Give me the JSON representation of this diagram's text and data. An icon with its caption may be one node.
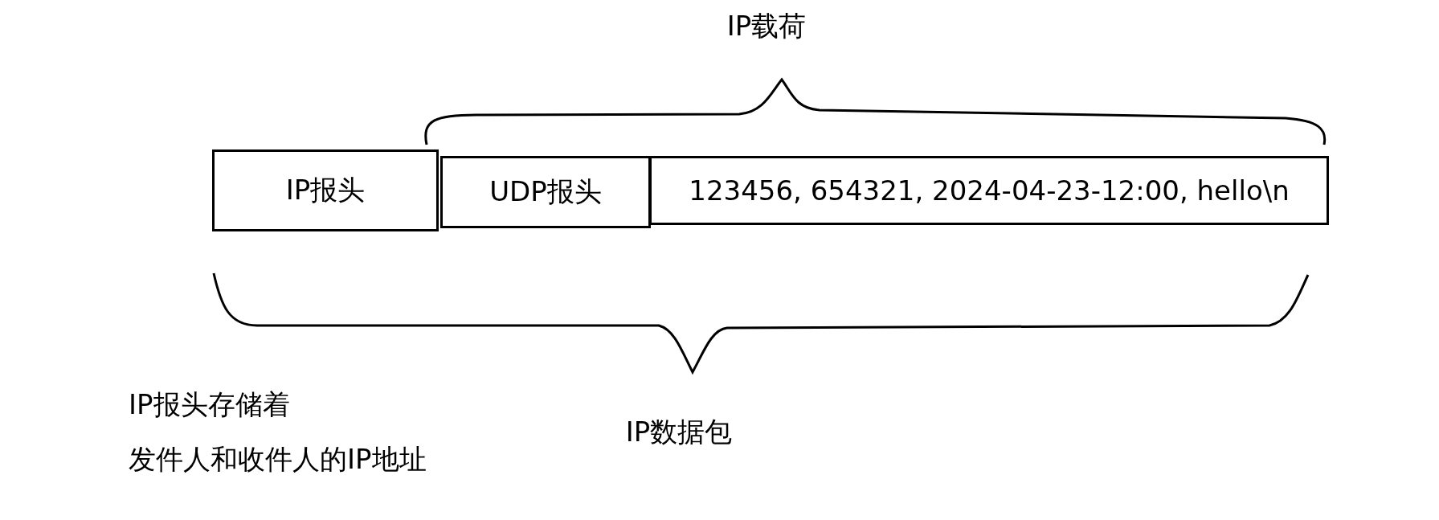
{
  "diagram": {
    "nodes": [
      {
        "text": [
          "IP报头"
        ]
      },
      {
        "text": [
          "UDP报头"
        ]
      },
      {
        "text": [
          "123456, 654321, 2024-04-23-12:00, hello\\n"
        ]
      }
    ],
    "labels": [
      "IP载荷",
      "IP数据包",
      "IP报头存储着",
      "发件人和收件人的IP地址"
    ]
  }
}
